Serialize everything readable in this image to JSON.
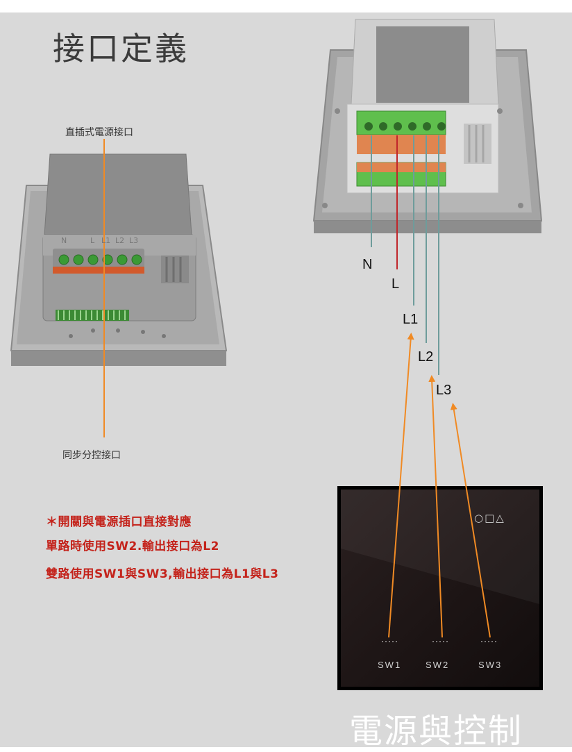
{
  "title": "接口定義",
  "device_labels": {
    "direct_port": "直插式電源接口",
    "sync_port": "同步分控接口",
    "terminal_marks": [
      "N",
      "L",
      "L1",
      "L2",
      "L3"
    ]
  },
  "wires": {
    "N": "N",
    "L": "L",
    "L1": "L1",
    "L2": "L2",
    "L3": "L3"
  },
  "notes": [
    "＊開關與電源插口直接對應",
    "單路時使用SW2.輸出接口為L2",
    "雙路使用SW1與SW3,輸出接口為L1與L3"
  ],
  "switch_panel": {
    "symbols": "○□△",
    "buttons": [
      {
        "dots": "·····",
        "label": "SW1"
      },
      {
        "dots": "·····",
        "label": "SW2"
      },
      {
        "dots": "·····",
        "label": "SW3"
      }
    ]
  },
  "footer": "電源與控制",
  "colors": {
    "orange": "#f08a24",
    "red_wire": "#c0262b",
    "teal_wire": "#6e9c9b",
    "note_red": "#c4231b",
    "panel_bg": "#d9d9d9",
    "glass": "#1b1414"
  }
}
